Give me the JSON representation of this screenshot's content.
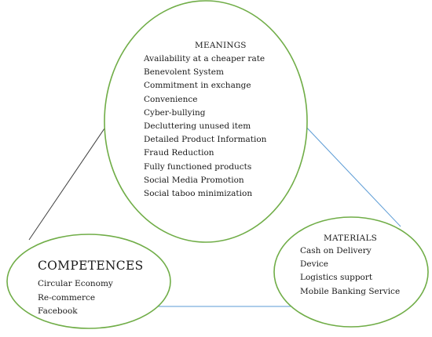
{
  "meanings": {
    "title": "MEANINGS",
    "items": [
      "Availability at a cheaper rate",
      "Benevolent System",
      "Commitment in exchange",
      "Convenience",
      "Cyber-bullying",
      "Decluttering unused item",
      "Detailed Product Information",
      "Fraud Reduction",
      "Fully functioned products",
      "Social Media Promotion",
      "Social taboo minimization"
    ]
  },
  "materials": {
    "title": "MATERIALS",
    "items": [
      "Cash on Delivery",
      "Device",
      "Logistics support",
      "Mobile Banking Service"
    ]
  },
  "competences": {
    "title": "COMPETENCES",
    "items": [
      "Circular Economy",
      "Re-commerce",
      "Facebook"
    ]
  },
  "colors": {
    "ellipse_stroke": "#70ad47",
    "link_meanings_competences": "#404040",
    "link_blue": "#5b9bd5"
  }
}
